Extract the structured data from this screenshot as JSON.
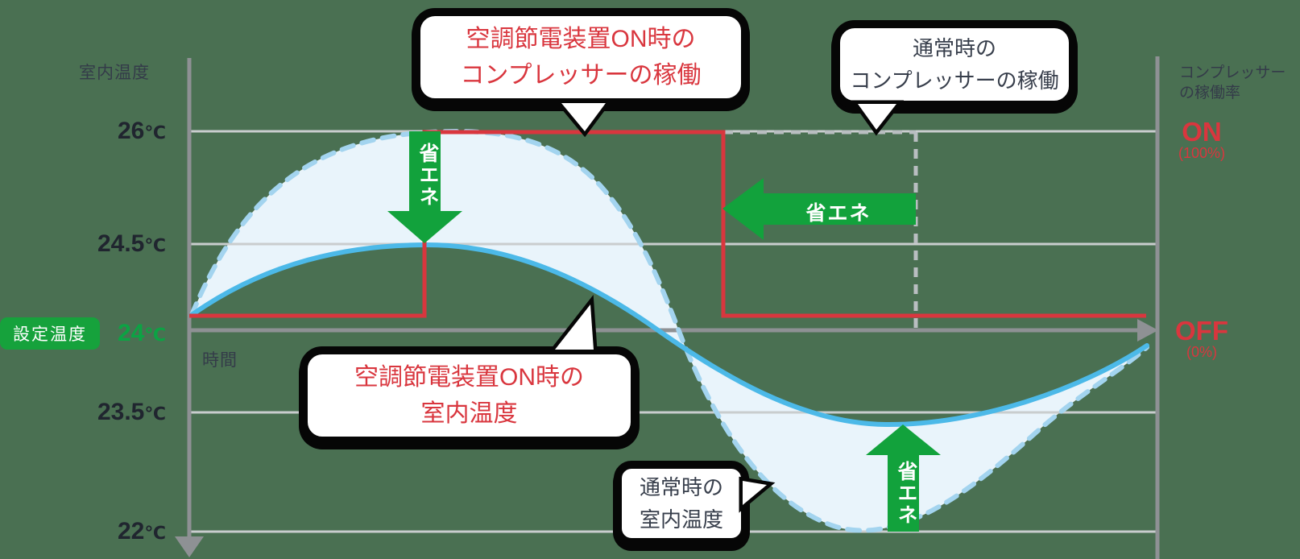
{
  "background_color": "#4a7052",
  "colors": {
    "red": "#d9363e",
    "green": "#12a23c",
    "solid_curve_blue": "#4cb9e8",
    "dashed_curve_blue": "#a3d4ef",
    "curve_fill": "#e9f4fb",
    "axis_gray": "#8e9194",
    "gridline_gray": "#c9cdce",
    "dashed_step_gray": "#b9bec1",
    "dark_text": "#373e4b"
  },
  "axes": {
    "y_left": {
      "title": "室内温度",
      "ticks": [
        {
          "label": "26",
          "unit": "℃"
        },
        {
          "label": "24.5",
          "unit": "℃"
        },
        {
          "label": "24",
          "unit": "℃"
        },
        {
          "label": "23.5",
          "unit": "℃"
        },
        {
          "label": "22",
          "unit": "℃"
        }
      ],
      "set_temp_badge": "設定温度"
    },
    "x": {
      "title": "時間"
    },
    "y_right": {
      "title_line1": "コンプレッサー",
      "title_line2": "の稼働率",
      "on_label": "ON",
      "on_sub": "(100%)",
      "off_label": "OFF",
      "off_sub": "(0%)"
    }
  },
  "callouts": {
    "saving_compressor": {
      "line1": "空調節電装置ON時の",
      "line2": "コンプレッサーの稼働"
    },
    "normal_compressor": {
      "line1": "通常時の",
      "line2": "コンプレッサーの稼働"
    },
    "saving_room_temp": {
      "line1": "空調節電装置ON時の",
      "line2": "室内温度"
    },
    "normal_room_temp": {
      "line1": "通常時の",
      "line2": "室内温度"
    }
  },
  "arrows": {
    "down_label": "省エネ",
    "left_label": "省エネ",
    "up_label": "省エネ"
  },
  "chart_data": {
    "type": "line",
    "title": "",
    "xlabel": "時間",
    "ylabel_left": "室内温度",
    "ylabel_right": "コンプレッサーの稼働率",
    "y_ticks_left_c": [
      26,
      24.5,
      24,
      23.5,
      22
    ],
    "set_temperature_c": 24,
    "right_axis_levels": {
      "ON": "100%",
      "OFF": "0%"
    },
    "grid": true,
    "x_units": "percent of cycle (estimated)",
    "series": [
      {
        "name": "空調節電装置ON時の室内温度",
        "style": "solid light-blue curve",
        "points_x_pct": [
          0,
          24,
          48,
          72,
          100
        ],
        "points_temp_c": [
          24,
          24.5,
          24,
          23.45,
          23.95
        ]
      },
      {
        "name": "通常時の室内温度",
        "style": "dashed light-blue curve",
        "points_x_pct": [
          0,
          25,
          38,
          50,
          67,
          100
        ],
        "points_temp_c": [
          24,
          26,
          26,
          24,
          22,
          23.9
        ]
      },
      {
        "name": "空調節電装置ON時のコンプレッサーの稼働",
        "style": "solid red step",
        "steps": [
          {
            "from_x_pct": 0,
            "to_x_pct": 24,
            "state": "OFF (0%)"
          },
          {
            "from_x_pct": 24,
            "to_x_pct": 55,
            "state": "ON (100%)"
          },
          {
            "from_x_pct": 55,
            "to_x_pct": 100,
            "state": "OFF (0%)"
          }
        ]
      },
      {
        "name": "通常時のコンプレッサーの稼働",
        "style": "dashed gray step",
        "steps": [
          {
            "from_x_pct": 55,
            "to_x_pct": 75,
            "state": "ON (100%)"
          },
          {
            "from_x_pct": 75,
            "to_x_pct": 100,
            "state": "OFF (0%)"
          }
        ]
      }
    ],
    "annotations": [
      {
        "label": "省エネ",
        "type": "down-arrow",
        "meaning": "temperature rise reduced from 26℃ to 24.5℃"
      },
      {
        "label": "省エネ",
        "type": "left-arrow",
        "meaning": "compressor ON time shortened"
      },
      {
        "label": "省エネ",
        "type": "up-arrow",
        "meaning": "overcooling reduced from 22℃ to 23.5℃"
      }
    ],
    "legend_position": "callouts on chart"
  }
}
